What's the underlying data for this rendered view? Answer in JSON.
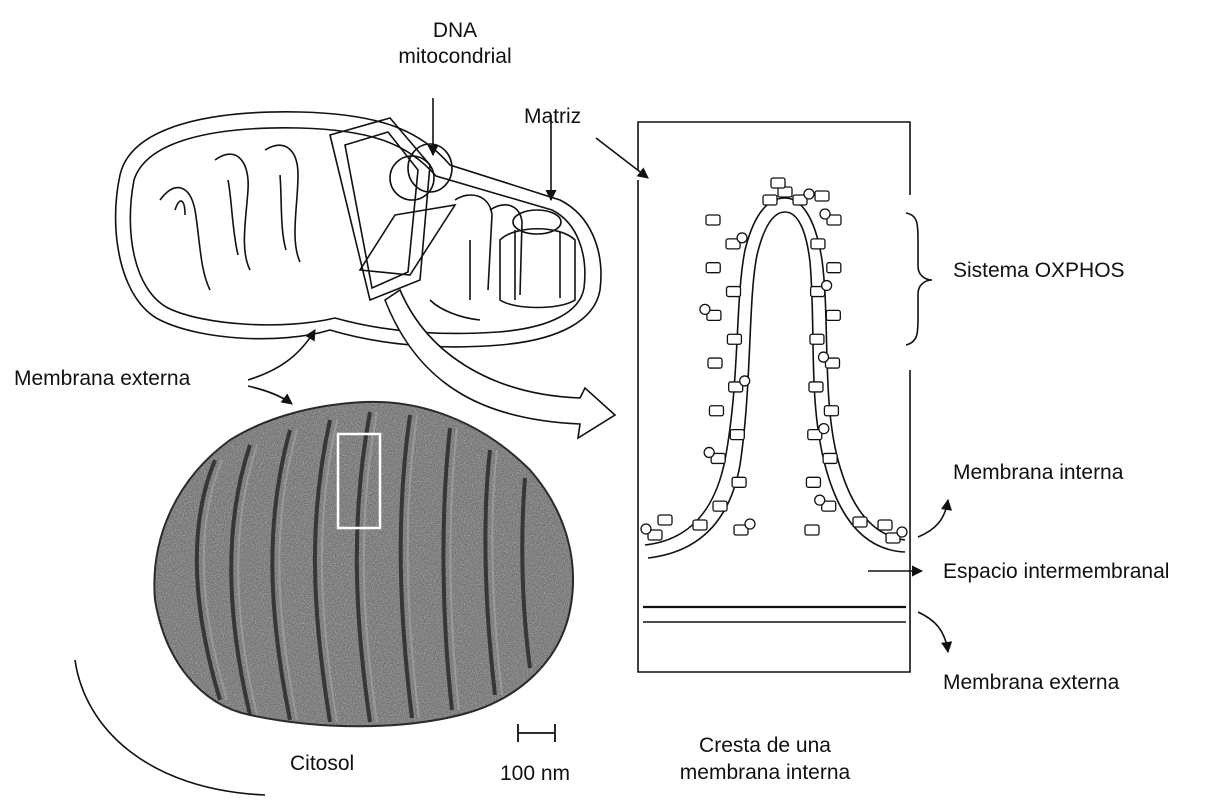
{
  "labels": {
    "dna_line1": "DNA",
    "dna_line2": "mitocondrial",
    "matriz": "Matriz",
    "sistema_oxphos": "Sistema OXPHOS",
    "membrana_externa_left": "Membrana externa",
    "membrana_interna": "Membrana interna",
    "espacio_intermembranal": "Espacio intermembranal",
    "membrana_externa_right": "Membrana externa",
    "citosol": "Citosol",
    "scale_bar": "100 nm",
    "cresta_line1": "Cresta de una",
    "cresta_line2": "membrana interna"
  },
  "colors": {
    "ink": "#111111",
    "micrograph_dark": "#3a3a3a",
    "micrograph_light": "#8a8a8a",
    "paper": "#ffffff"
  }
}
